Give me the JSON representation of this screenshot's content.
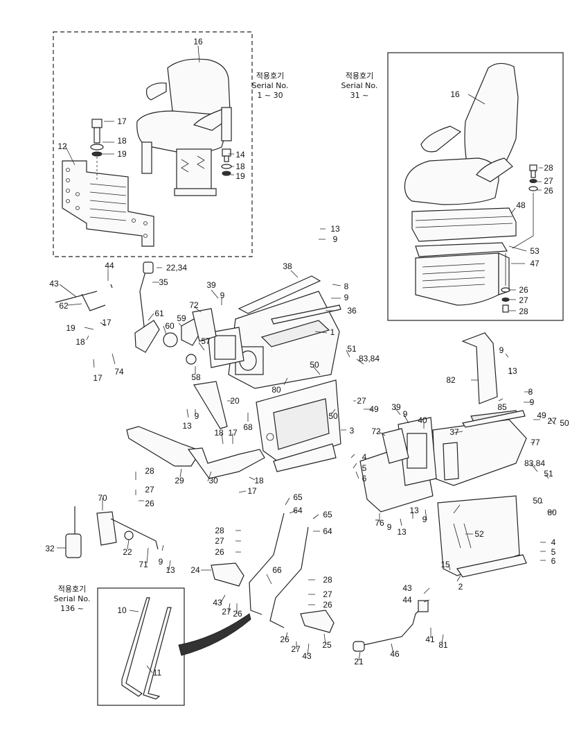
{
  "diagram": {
    "serial_groups": [
      {
        "id": "group-a",
        "lines": [
          "적용호기",
          "Serial No.",
          "1 ~ 30"
        ]
      },
      {
        "id": "group-b",
        "lines": [
          "적용호기",
          "Serial No.",
          "31 ~"
        ]
      },
      {
        "id": "group-c",
        "lines": [
          "적용호기",
          "Serial No.",
          "136 ~"
        ]
      }
    ],
    "part_numbers": [
      "16",
      "17",
      "18",
      "19",
      "12",
      "14",
      "18",
      "19",
      "16",
      "28",
      "27",
      "26",
      "48",
      "53",
      "47",
      "26",
      "27",
      "28",
      "13",
      "9",
      "38",
      "8",
      "9",
      "36",
      "1",
      "44",
      "43",
      "62",
      "35",
      "22,34",
      "61",
      "19",
      "17",
      "18",
      "60",
      "59",
      "72",
      "39",
      "9",
      "57",
      "17",
      "74",
      "58",
      "51",
      "83,84",
      "50",
      "80",
      "82",
      "9",
      "13",
      "8",
      "9",
      "85",
      "20",
      "13",
      "9",
      "27",
      "49",
      "50",
      "3",
      "68",
      "39",
      "9",
      "40",
      "37",
      "77",
      "49",
      "27",
      "50",
      "18",
      "17",
      "4",
      "5",
      "6",
      "72",
      "29",
      "30",
      "18",
      "17",
      "28",
      "27",
      "26",
      "83,84",
      "51",
      "70",
      "32",
      "22",
      "9",
      "13",
      "71",
      "65",
      "64",
      "65",
      "64",
      "76",
      "13",
      "9",
      "9",
      "13",
      "50",
      "80",
      "52",
      "4",
      "5",
      "6",
      "15",
      "2",
      "28",
      "27",
      "26",
      "24",
      "66",
      "28",
      "27",
      "26",
      "43",
      "27",
      "26",
      "26",
      "27",
      "43",
      "25",
      "43",
      "44",
      "41",
      "81",
      "46",
      "21",
      "10",
      "11"
    ]
  }
}
